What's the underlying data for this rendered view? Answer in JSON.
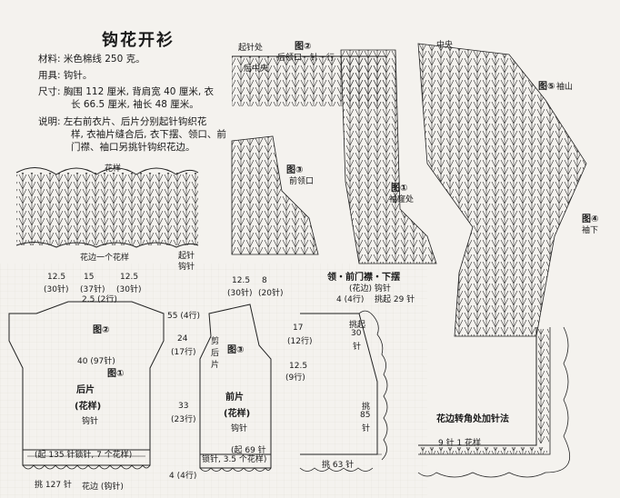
{
  "title": "钩花开衫",
  "specs": [
    {
      "label": "材料:",
      "text": "米色棉线 250 克。"
    },
    {
      "label": "用具:",
      "text": "钩针。"
    },
    {
      "label": "尺寸:",
      "text": "胸围 112 厘米, 背肩宽 40 厘米, 衣"
    },
    {
      "label": "",
      "text": "长 66.5 厘米, 袖长 48 厘米。"
    },
    {
      "label": "说明:",
      "text": "左右前衣片、后片分别起针钩织花"
    },
    {
      "label": "",
      "text": "样, 衣袖片缝合后, 衣下摆、领口、前"
    },
    {
      "label": "",
      "text": "门襟、袖口另挑针钩织花边。"
    }
  ],
  "swatch": {
    "label": "花样",
    "bottom_note": "花边一个花样",
    "right_note1": "起针",
    "right_note2": "钩针"
  },
  "diagram2": {
    "label": "图②",
    "sub": "后领口一针一行",
    "center": "后中央",
    "start": "起针处"
  },
  "diagram3": {
    "label": "图③",
    "sub": "前领口"
  },
  "diagram1": {
    "label": "图①",
    "sub": "袖窿处",
    "center": "中央"
  },
  "diagram5": {
    "label": "图⑤",
    "sub": "袖山"
  },
  "diagram4": {
    "label": "图④",
    "sub": "袖下"
  },
  "back": {
    "dims_top": [
      "12.5",
      "(30针)",
      "15",
      "(37针)",
      "12.5",
      "(30针)"
    ],
    "rows": "2.5 (2行)",
    "fig2": "图②",
    "width": "40 (97针)",
    "fig1": "图①",
    "name": "后片",
    "pattern": "(花样)",
    "tool": "钩针",
    "cast_on": "(起 135 针锁针, 7 个花样)",
    "bottom": "挑 127 针",
    "edge": "花边 (钩针)"
  },
  "front": {
    "dims_top": [
      "12.5",
      "(30针)",
      "8",
      "(20针)"
    ],
    "h1": "55 (4行)",
    "h2": "24",
    "h2b": "(17行)",
    "side": "剪后片",
    "fig3": "图③",
    "h3": "33",
    "h3b": "(23行)",
    "name": "前片",
    "pattern": "(花样)",
    "tool": "钩针",
    "cast_on": "(起 69 针",
    "cast_on2": "锁针, 3.5 个花样)",
    "edge_rows": "4 (4行)"
  },
  "collar": {
    "title": "领・前门襟・下摆",
    "sub": "(花边)  钩针",
    "rows": "4 (4行)",
    "start": "挑起 29 针",
    "r1": "17",
    "r1b": "(12行)",
    "r2": "12.5",
    "r2b": "(9行)",
    "pick1": "挑起",
    "pick1b": "30",
    "pick1c": "针",
    "pick2": "挑",
    "pick2b": "85",
    "pick2c": "针",
    "pick3": "挑 63 针"
  },
  "corner": {
    "title": "花边转角处加针法",
    "sub": "9 针 1 花样"
  }
}
